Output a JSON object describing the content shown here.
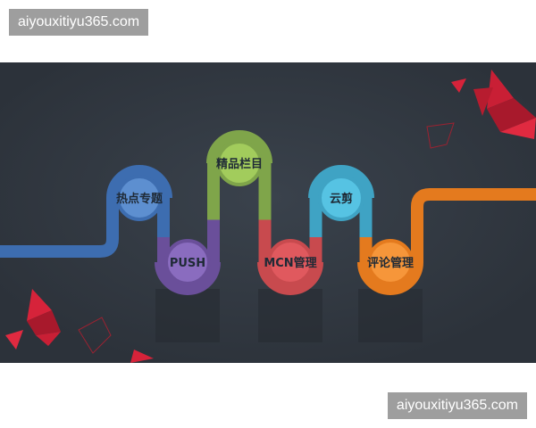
{
  "watermark": {
    "top": "aiyouxitiyu365.com",
    "bottom": "aiyouxitiyu365.com"
  },
  "diagram": {
    "background_color": "#2c323a",
    "nodes": [
      {
        "label": "热点专题",
        "color": "#3d6db0",
        "ring": "#5d8fd0"
      },
      {
        "label": "PUSH",
        "color": "#6a4f9a",
        "ring": "#8a6cbf"
      },
      {
        "label": "精品栏目",
        "color": "#7fa54a",
        "ring": "#a2cc5c"
      },
      {
        "label": "MCN管理",
        "color": "#c84a4e",
        "ring": "#e0595e"
      },
      {
        "label": "云剪",
        "color": "#3fa3c4",
        "ring": "#56c3e3"
      },
      {
        "label": "评论管理",
        "color": "#e47a1e",
        "ring": "#f6963a"
      }
    ],
    "decor_color": "#d6233a"
  }
}
